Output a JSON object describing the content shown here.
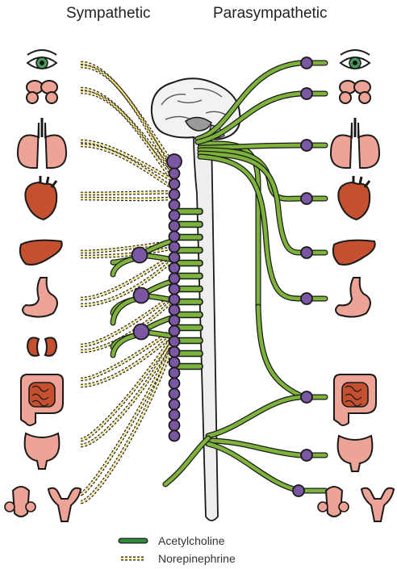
{
  "titles": {
    "sympathetic": "Sympathetic",
    "parasympathetic": "Parasympathetic"
  },
  "legend": {
    "acetylcholine": "Acetylcholine",
    "norepinephrine": "Norepinephrine"
  },
  "colors": {
    "acetylcholine": "#7db33a",
    "acetylcholine_core": "#d8ec9a",
    "norepinephrine": "#f4e27a",
    "ganglion": "#7a56a3",
    "organ_light": "#eda395",
    "organ_dark": "#c4502f",
    "eye_iris": "#4a9b5a",
    "spinal_cord": "#eeeeee"
  },
  "organs_left": [
    "eye-icon",
    "salivary-gland-icon",
    "lungs-icon",
    "heart-icon",
    "liver-icon",
    "stomach-icon",
    "kidneys-icon",
    "intestines-icon",
    "bladder-icon",
    "reproductive-organs-icon"
  ],
  "organs_right": [
    "eye-icon",
    "salivary-gland-icon",
    "lungs-icon",
    "heart-icon",
    "liver-icon",
    "stomach-icon",
    "intestines-icon",
    "bladder-icon",
    "reproductive-organs-icon"
  ]
}
